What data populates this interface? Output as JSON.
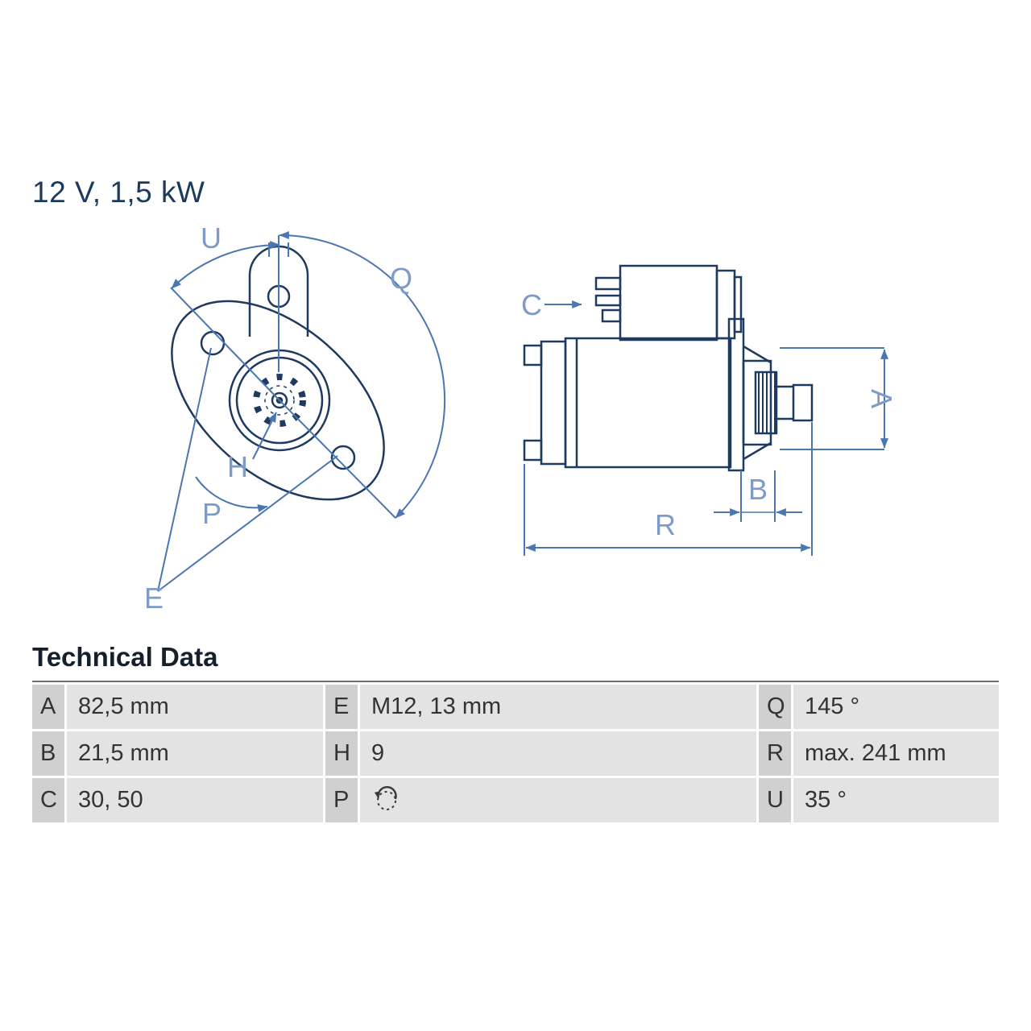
{
  "title": "12 V, 1,5 kW",
  "section": {
    "heading": "Technical Data"
  },
  "colors": {
    "outline_navy": "#1f3a60",
    "dimension_blue": "#4a76b2",
    "label_blue": "#7e9ac7",
    "title_text": "#1c3a5e",
    "table_text": "#333333",
    "table_key_bg": "#d0d0d0",
    "table_value_bg": "#e3e3e3"
  },
  "diagram": {
    "labels": {
      "U": "U",
      "Q": "Q",
      "H": "H",
      "P": "P",
      "E": "E",
      "C": "C",
      "A": "A",
      "B": "B",
      "R": "R"
    }
  },
  "table": {
    "rows": [
      {
        "cells": [
          {
            "key": "A",
            "value": "82,5 mm"
          },
          {
            "key": "E",
            "value": "M12, 13 mm"
          },
          {
            "key": "Q",
            "value": "145 °"
          }
        ]
      },
      {
        "cells": [
          {
            "key": "B",
            "value": "21,5 mm"
          },
          {
            "key": "H",
            "value": "9"
          },
          {
            "key": "R",
            "value": "max. 241 mm"
          }
        ]
      },
      {
        "cells": [
          {
            "key": "C",
            "value": "30, 50",
            "value_icon": ""
          },
          {
            "key": "P",
            "value": "",
            "value_icon": "rotation-ccw-icon"
          },
          {
            "key": "U",
            "value": "35 °"
          }
        ]
      }
    ]
  }
}
